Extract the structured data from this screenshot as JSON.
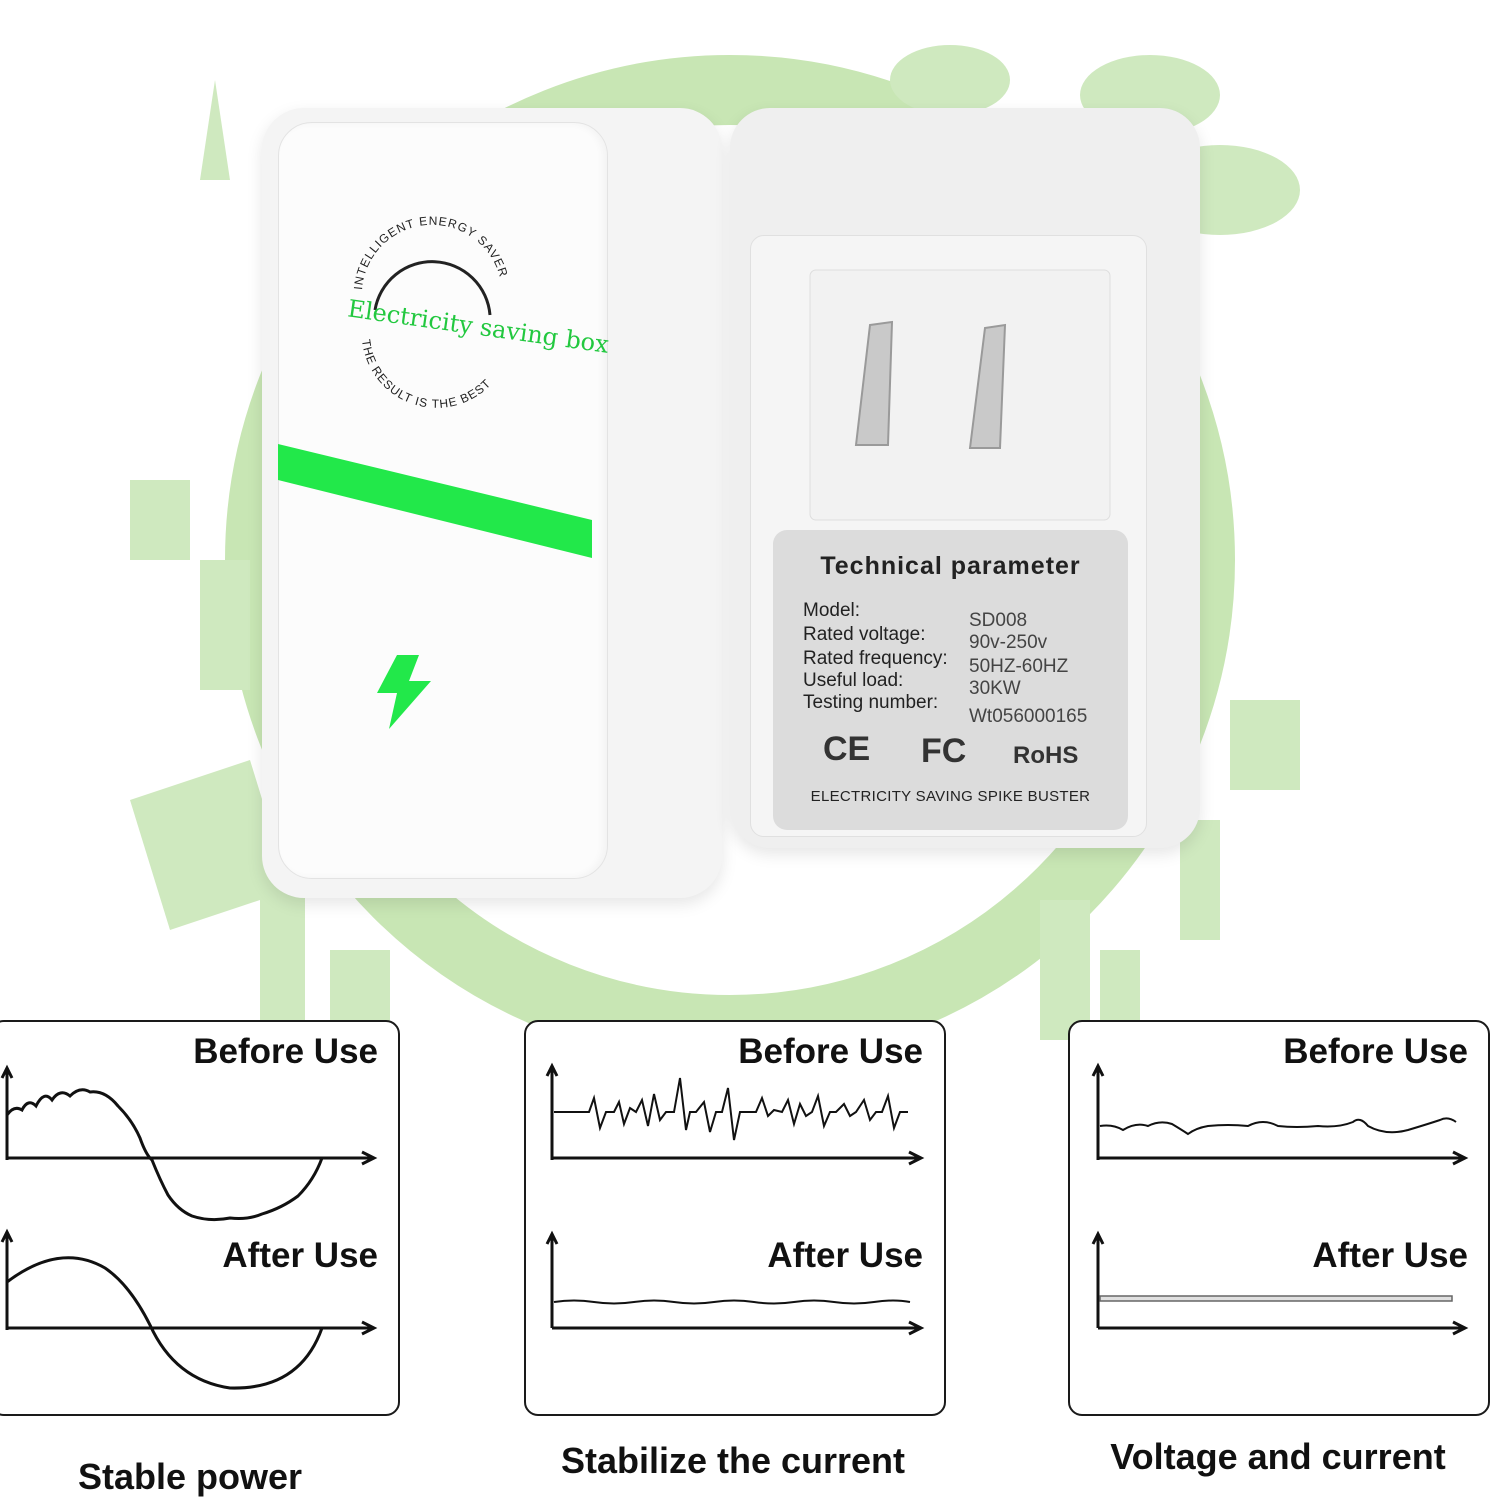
{
  "device": {
    "badge_arc_top": "INTELLIGENT ENERGY SAVER",
    "badge_main": "Electricity saving box",
    "badge_arc_bottom": "THE RESULT IS THE BEST",
    "accent_color": "#22e84a",
    "icon": "lightning-icon"
  },
  "label": {
    "title": "Technical parameter",
    "rows": [
      {
        "key": "Model:",
        "value": "SD008"
      },
      {
        "key": "Rated voltage:",
        "value": "90v-250v"
      },
      {
        "key": "Rated frequency:",
        "value": "50HZ-60HZ"
      },
      {
        "key": "Useful load:",
        "value": "30KW"
      },
      {
        "key": "Testing number:",
        "value": "Wt056000165"
      }
    ],
    "certifications": [
      "CE",
      "FC",
      "RoHS"
    ],
    "tagline": "ELECTRICITY SAVING SPIKE BUSTER"
  },
  "panels": [
    {
      "before": "Before Use",
      "after": "After Use",
      "caption": "Stable power"
    },
    {
      "before": "Before Use",
      "after": "After Use",
      "caption": "Stabilize the current"
    },
    {
      "before": "Before Use",
      "after": "After Use",
      "caption": "Voltage and current"
    }
  ],
  "background_color": "#bfe3a8"
}
